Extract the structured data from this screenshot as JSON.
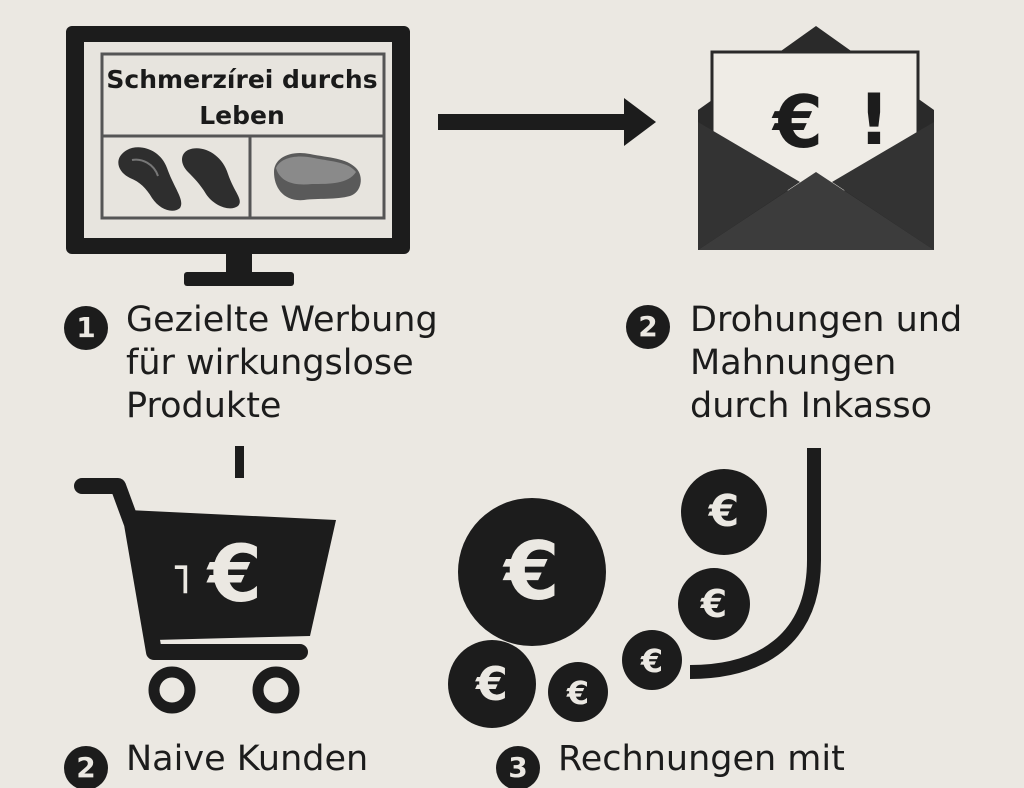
{
  "screen": {
    "title_line1": "Schmerzírei durchs",
    "title_line2": "Leben"
  },
  "steps": [
    {
      "number": "1",
      "line1": "Gezielte Werbung",
      "line2": "für wirkungslose",
      "line3": "Produkte"
    },
    {
      "number": "2",
      "line1": "Drohungen und",
      "line2": "Mahnungen",
      "line3": "durch Inkasso"
    },
    {
      "number": "2",
      "line1": "Naive Kunden"
    },
    {
      "number": "3",
      "line1": "Rechnungen mit"
    }
  ],
  "symbols": {
    "currency": "€",
    "alert": "!",
    "cart_prefix": "˥"
  },
  "icons": [
    "monitor-icon",
    "insole-icon",
    "envelope-icon",
    "shopping-cart-icon",
    "euro-coin-icon",
    "arrow-right-icon"
  ],
  "colors": {
    "background": "#ebe8e2",
    "ink": "#1c1c1c",
    "screen_bg": "#e7e4de",
    "envelope_dark": "#2a2a2a",
    "envelope_flap": "#3c3c3c"
  }
}
